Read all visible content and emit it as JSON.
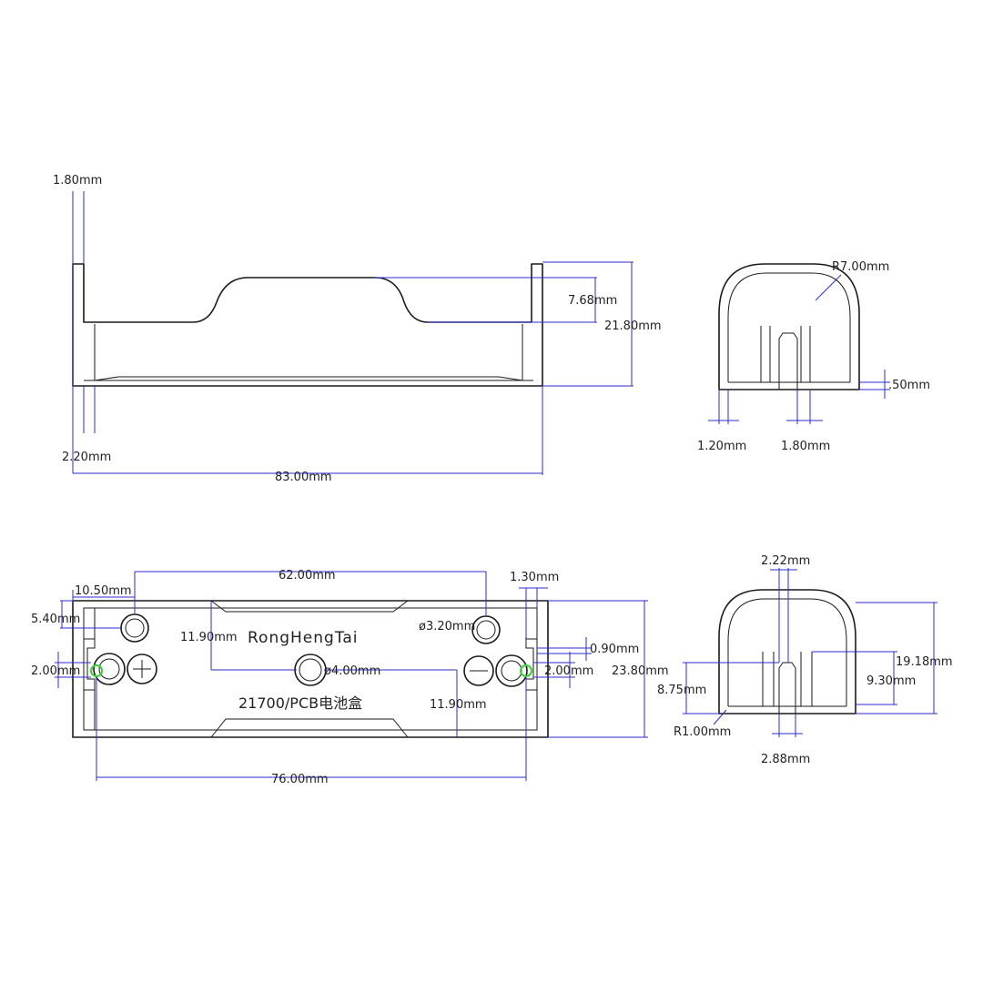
{
  "colors": {
    "outline": "#1a1a1a",
    "dimension": "#2b2bd6",
    "text": "#222222",
    "contact": "#3ccf3c"
  },
  "labels": {
    "brand": "RongHengTai",
    "model": "21700/PCB电池盒"
  },
  "dimensions": {
    "side_thickness_top": "1.80mm",
    "side_thickness_bottom": "2.20mm",
    "total_length": "83.00mm",
    "cutout_depth": "7.68mm",
    "side_height": "21.80mm",
    "end_radius": "R7.00mm",
    "end_base": ".50mm",
    "end_wall": "1.20mm",
    "end_tab": "1.80mm",
    "hole_spacing": "62.00mm",
    "hole_offset_x": "10.50mm",
    "hole_offset_y": "5.40mm",
    "contact_width_left": "2.00mm",
    "cutout_width_top": "11.90mm",
    "hole_small_dia": "ø3.20mm",
    "hole_large_dia": "ø4.00mm",
    "cutout_width_bottom": "11.90mm",
    "end_clearance": "1.30mm",
    "tab_gap": "0.90mm",
    "contact_width_right": "2.00mm",
    "total_width": "23.80mm",
    "contact_pitch": "76.00mm",
    "tab_width": "2.22mm",
    "tab_height_left": "8.75mm",
    "base_radius": "R1.00mm",
    "tab_base": "2.88mm",
    "tab_height_right": "9.30mm",
    "end_height": "19.18mm"
  }
}
